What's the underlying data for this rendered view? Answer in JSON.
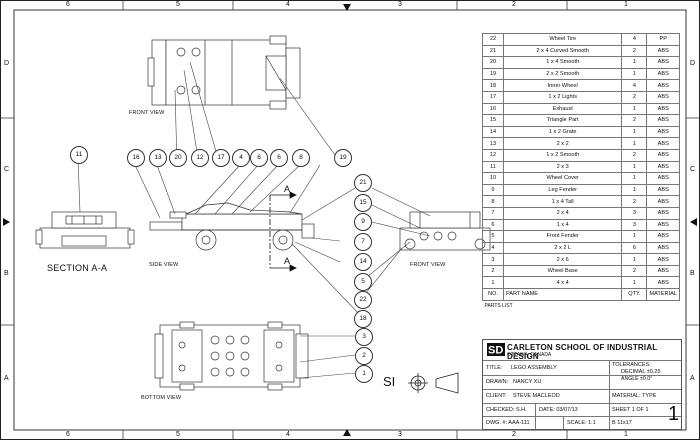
{
  "zones_columns": [
    "6",
    "5",
    "4",
    "3",
    "2",
    "1"
  ],
  "zones_rows": [
    "D",
    "C",
    "B",
    "A"
  ],
  "views": {
    "front_top": "FRONT VIEW",
    "side": "SIDE VIEW",
    "front_right": "FRONT VIEW",
    "bottom": "BOTTOM VIEW",
    "section": "SECTION A-A",
    "section_letter": "A"
  },
  "balloons": {
    "top_row": [
      "16",
      "13",
      "20",
      "12",
      "17",
      "4",
      "6",
      "6",
      "8",
      "19"
    ],
    "left": "11",
    "right_col": [
      "21",
      "15",
      "9",
      "7",
      "14",
      "5",
      "22",
      "18"
    ],
    "bottom_col": [
      "3",
      "2",
      "1"
    ]
  },
  "parts_list": {
    "rows": [
      {
        "no": "22",
        "name": "Wheel Tire",
        "qty": "4",
        "mat": "PP"
      },
      {
        "no": "21",
        "name": "2 x 4 Curved Smooth",
        "qty": "2",
        "mat": "ABS"
      },
      {
        "no": "20",
        "name": "1 x 4 Smooth",
        "qty": "1",
        "mat": "ABS"
      },
      {
        "no": "19",
        "name": "2 x 2 Smooth",
        "qty": "1",
        "mat": "ABS"
      },
      {
        "no": "18",
        "name": "Inner Wheel",
        "qty": "4",
        "mat": "ABS"
      },
      {
        "no": "17",
        "name": "1 x 2 Lights",
        "qty": "2",
        "mat": "ABS"
      },
      {
        "no": "16",
        "name": "Exhaust",
        "qty": "1",
        "mat": "ABS"
      },
      {
        "no": "15",
        "name": "Triangle Part",
        "qty": "2",
        "mat": "ABS"
      },
      {
        "no": "14",
        "name": "1 x 2 Grate",
        "qty": "1",
        "mat": "ABS"
      },
      {
        "no": "13",
        "name": "2 x 2",
        "qty": "1",
        "mat": "ABS"
      },
      {
        "no": "12",
        "name": "1 x 2 Smooth",
        "qty": "2",
        "mat": "ABS"
      },
      {
        "no": "11",
        "name": "2 x 3",
        "qty": "1",
        "mat": "ABS"
      },
      {
        "no": "10",
        "name": "Wheel Cover",
        "qty": "1",
        "mat": "ABS"
      },
      {
        "no": "9",
        "name": "Leg Fender",
        "qty": "1",
        "mat": "ABS"
      },
      {
        "no": "8",
        "name": "1 x 4 Tall",
        "qty": "2",
        "mat": "ABS"
      },
      {
        "no": "7",
        "name": "2 x 4",
        "qty": "3",
        "mat": "ABS"
      },
      {
        "no": "6",
        "name": "1 x 4",
        "qty": "3",
        "mat": "ABS"
      },
      {
        "no": "5",
        "name": "Front Fender",
        "qty": "1",
        "mat": "ABS"
      },
      {
        "no": "4",
        "name": "2 x 2 L",
        "qty": "6",
        "mat": "ABS"
      },
      {
        "no": "3",
        "name": "2 x 6",
        "qty": "1",
        "mat": "ABS"
      },
      {
        "no": "2",
        "name": "Wheel Base",
        "qty": "2",
        "mat": "ABS"
      },
      {
        "no": "1",
        "name": "4 x 4",
        "qty": "1",
        "mat": "ABS"
      }
    ],
    "header": {
      "no": "NO.",
      "name": "PART NAME",
      "qty": "QTY.",
      "mat": "MATERIAL"
    },
    "caption": "PARTS LIST"
  },
  "title_block": {
    "school": "CARLETON SCHOOL OF INDUSTRIAL DESIGN",
    "city": "OTTAWA, CANADA",
    "title_label": "TITLE:",
    "title_value": "LEGO ASSEMBLY",
    "drawn_label": "DRAWN:",
    "drawn_value": "NANCY XU",
    "client_label": "CLIENT:",
    "client_value": "STEVE MACLEOD",
    "checked_label": "CHECKED: S.H.",
    "date_label": "DATE: 03/07/13",
    "sheet_label": "SHEET 1 OF 1",
    "sheet_big": "1",
    "dwg_label": "DWG. #: AAA-111",
    "scale_label": "SCALE: 1:1",
    "size_label": "B 11x17",
    "tolerances": "TOLERANCES:",
    "decimal": "DECIMAL ±0.25",
    "angle": "ANGLE ±0.0°",
    "material": "MATERIAL: TYPE"
  },
  "projection_symbol": "SI"
}
